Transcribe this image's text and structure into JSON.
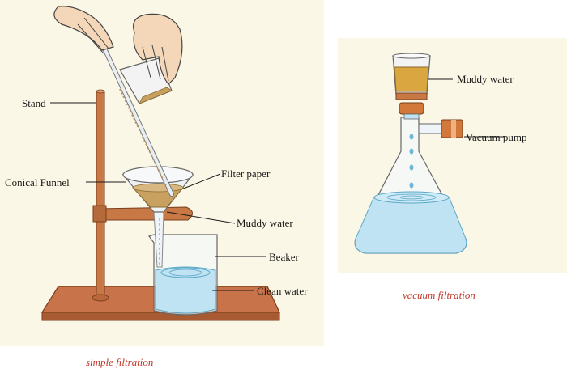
{
  "simple_filtration": {
    "labels": {
      "stand": "Stand",
      "conical_funnel": "Conical Funnel",
      "filter_paper": "Filter paper",
      "muddy_water": "Muddy water",
      "beaker": "Beaker",
      "clean_water": "Clean water"
    },
    "caption": "simple  filtration"
  },
  "vacuum_filtration": {
    "labels": {
      "muddy_water": "Muddy water",
      "vacuum_pump": "Vacuum pump"
    },
    "caption": "vacuum  filtration"
  },
  "colors": {
    "panel_background": "#fbf7e6",
    "copper": "#c87844",
    "wood_base": "#c8734a",
    "water": "#bfe3f2",
    "muddy": "#c8a060",
    "caption_red": "#c0392b"
  }
}
